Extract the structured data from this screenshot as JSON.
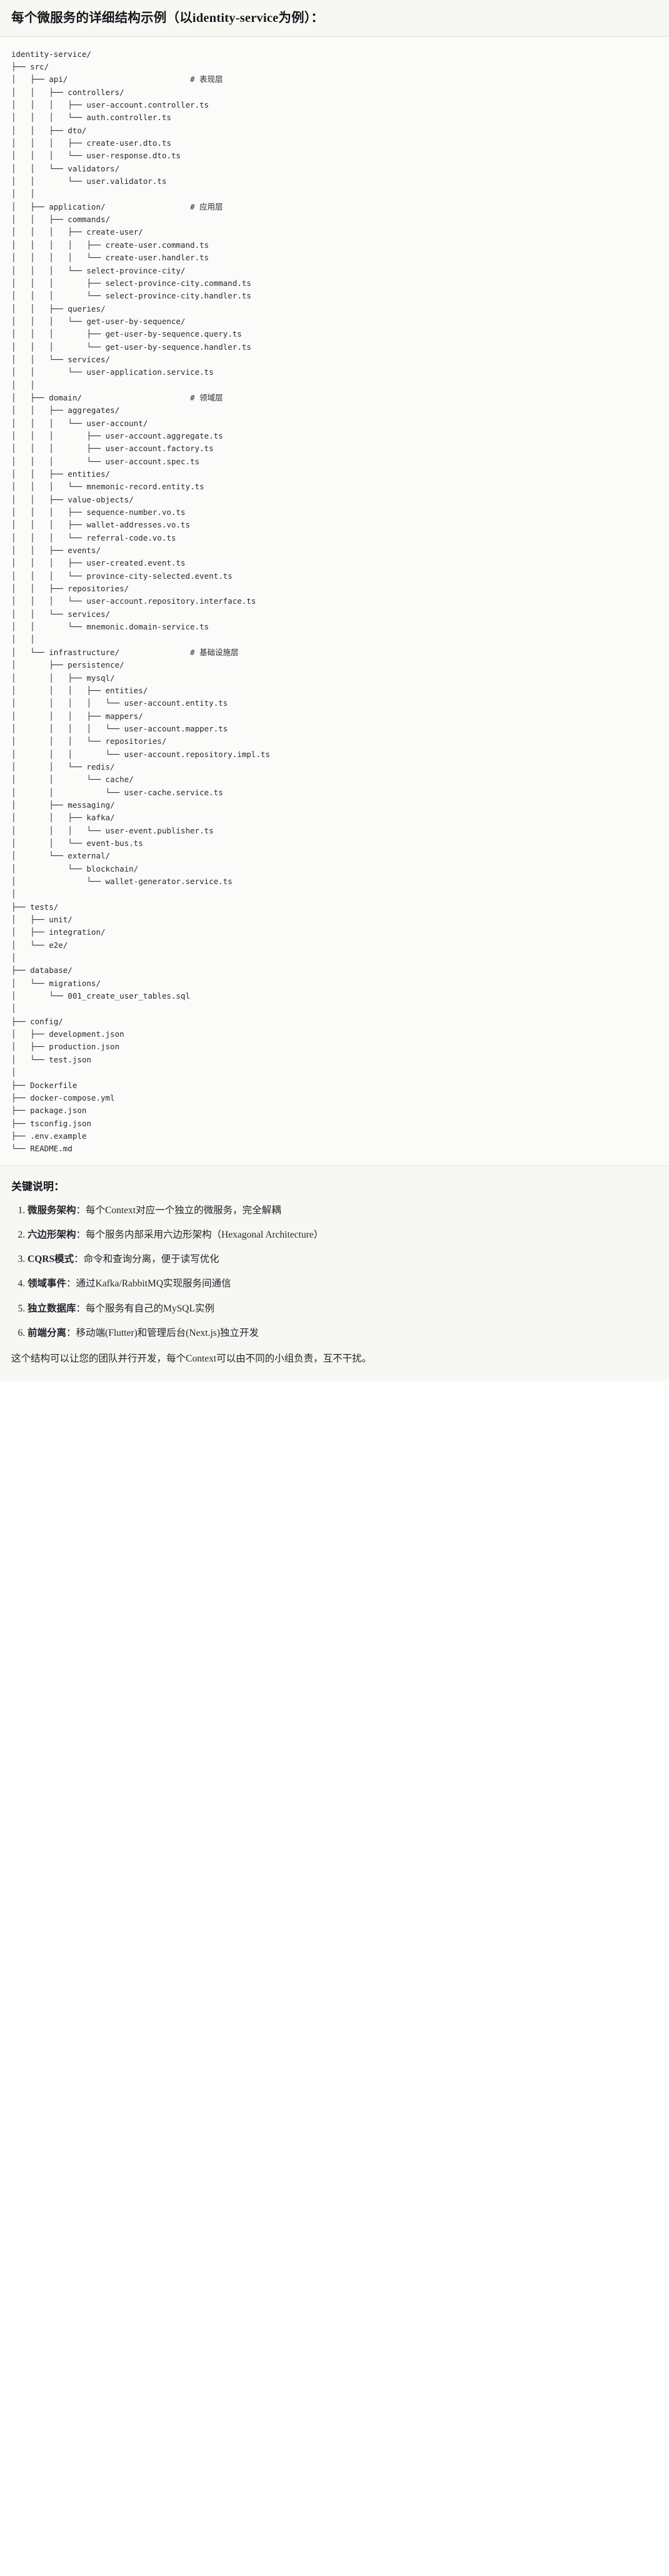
{
  "header": {
    "title": "每个微服务的详细结构示例（以identity-service为例）："
  },
  "tree": {
    "root": "identity-service/",
    "text": "identity-service/\n├── src/\n│   ├── api/                          # 表现层\n│   │   ├── controllers/\n│   │   │   ├── user-account.controller.ts\n│   │   │   └── auth.controller.ts\n│   │   ├── dto/\n│   │   │   ├── create-user.dto.ts\n│   │   │   └── user-response.dto.ts\n│   │   └── validators/\n│   │       └── user.validator.ts\n│   │\n│   ├── application/                  # 应用层\n│   │   ├── commands/\n│   │   │   ├── create-user/\n│   │   │   │   ├── create-user.command.ts\n│   │   │   │   └── create-user.handler.ts\n│   │   │   └── select-province-city/\n│   │   │       ├── select-province-city.command.ts\n│   │   │       └── select-province-city.handler.ts\n│   │   ├── queries/\n│   │   │   └── get-user-by-sequence/\n│   │   │       ├── get-user-by-sequence.query.ts\n│   │   │       └── get-user-by-sequence.handler.ts\n│   │   └── services/\n│   │       └── user-application.service.ts\n│   │\n│   ├── domain/                       # 领域层\n│   │   ├── aggregates/\n│   │   │   └── user-account/\n│   │   │       ├── user-account.aggregate.ts\n│   │   │       ├── user-account.factory.ts\n│   │   │       └── user-account.spec.ts\n│   │   ├── entities/\n│   │   │   └── mnemonic-record.entity.ts\n│   │   ├── value-objects/\n│   │   │   ├── sequence-number.vo.ts\n│   │   │   ├── wallet-addresses.vo.ts\n│   │   │   └── referral-code.vo.ts\n│   │   ├── events/\n│   │   │   ├── user-created.event.ts\n│   │   │   └── province-city-selected.event.ts\n│   │   ├── repositories/\n│   │   │   └── user-account.repository.interface.ts\n│   │   └── services/\n│   │       └── mnemonic.domain-service.ts\n│   │\n│   └── infrastructure/               # 基础设施层\n│       ├── persistence/\n│       │   ├── mysql/\n│       │   │   ├── entities/\n│       │   │   │   └── user-account.entity.ts\n│       │   │   ├── mappers/\n│       │   │   │   └── user-account.mapper.ts\n│       │   │   └── repositories/\n│       │   │       └── user-account.repository.impl.ts\n│       │   └── redis/\n│       │       └── cache/\n│       │           └── user-cache.service.ts\n│       ├── messaging/\n│       │   ├── kafka/\n│       │   │   └── user-event.publisher.ts\n│       │   └── event-bus.ts\n│       └── external/\n│           └── blockchain/\n│               └── wallet-generator.service.ts\n│\n├── tests/\n│   ├── unit/\n│   ├── integration/\n│   └── e2e/\n│\n├── database/\n│   └── migrations/\n│       └── 001_create_user_tables.sql\n│\n├── config/\n│   ├── development.json\n│   ├── production.json\n│   └── test.json\n│\n├── Dockerfile\n├── docker-compose.yml\n├── package.json\n├── tsconfig.json\n├── .env.example\n└── README.md",
    "layer_comments": [
      "# 表现层",
      "# 应用层",
      "# 领域层",
      "# 基础设施层"
    ]
  },
  "keypoints": {
    "title": "关键说明：",
    "items": [
      {
        "term": "微服务架构",
        "sep": "：",
        "desc": "每个Context对应一个独立的微服务，完全解耦"
      },
      {
        "term": "六边形架构",
        "sep": "：",
        "desc": "每个服务内部采用六边形架构（Hexagonal Architecture）"
      },
      {
        "term": "CQRS模式",
        "sep": "：",
        "desc": "命令和查询分离，便于读写优化"
      },
      {
        "term": "领域事件",
        "sep": "：",
        "desc": "通过Kafka/RabbitMQ实现服务间通信"
      },
      {
        "term": "独立数据库",
        "sep": "：",
        "desc": "每个服务有自己的MySQL实例"
      },
      {
        "term": "前端分离",
        "sep": "：",
        "desc": "移动端(Flutter)和管理后台(Next.js)独立开发"
      }
    ],
    "footer": "这个结构可以让您的团队并行开发，每个Context可以由不同的小组负责，互不干扰。"
  }
}
